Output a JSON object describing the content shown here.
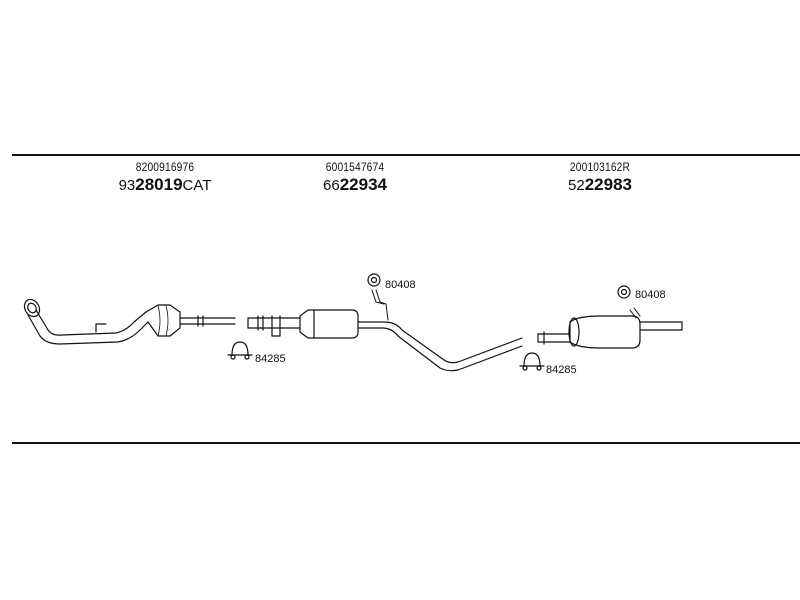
{
  "groups": [
    {
      "oem": "8200916976",
      "ref_prefix": "93",
      "ref_main": "28019",
      "ref_suffix": "CAT"
    },
    {
      "oem": "6001547674",
      "ref_prefix": "66",
      "ref_main": "22934",
      "ref_suffix": ""
    },
    {
      "oem": "200103162R",
      "ref_prefix": "52",
      "ref_main": "22983",
      "ref_suffix": ""
    }
  ],
  "hardware": [
    {
      "code": "84285",
      "icon": "clamp-icon"
    },
    {
      "code": "80408",
      "icon": "rubber-mount-icon"
    },
    {
      "code": "84285",
      "icon": "clamp-icon"
    },
    {
      "code": "80408",
      "icon": "rubber-mount-icon"
    }
  ]
}
